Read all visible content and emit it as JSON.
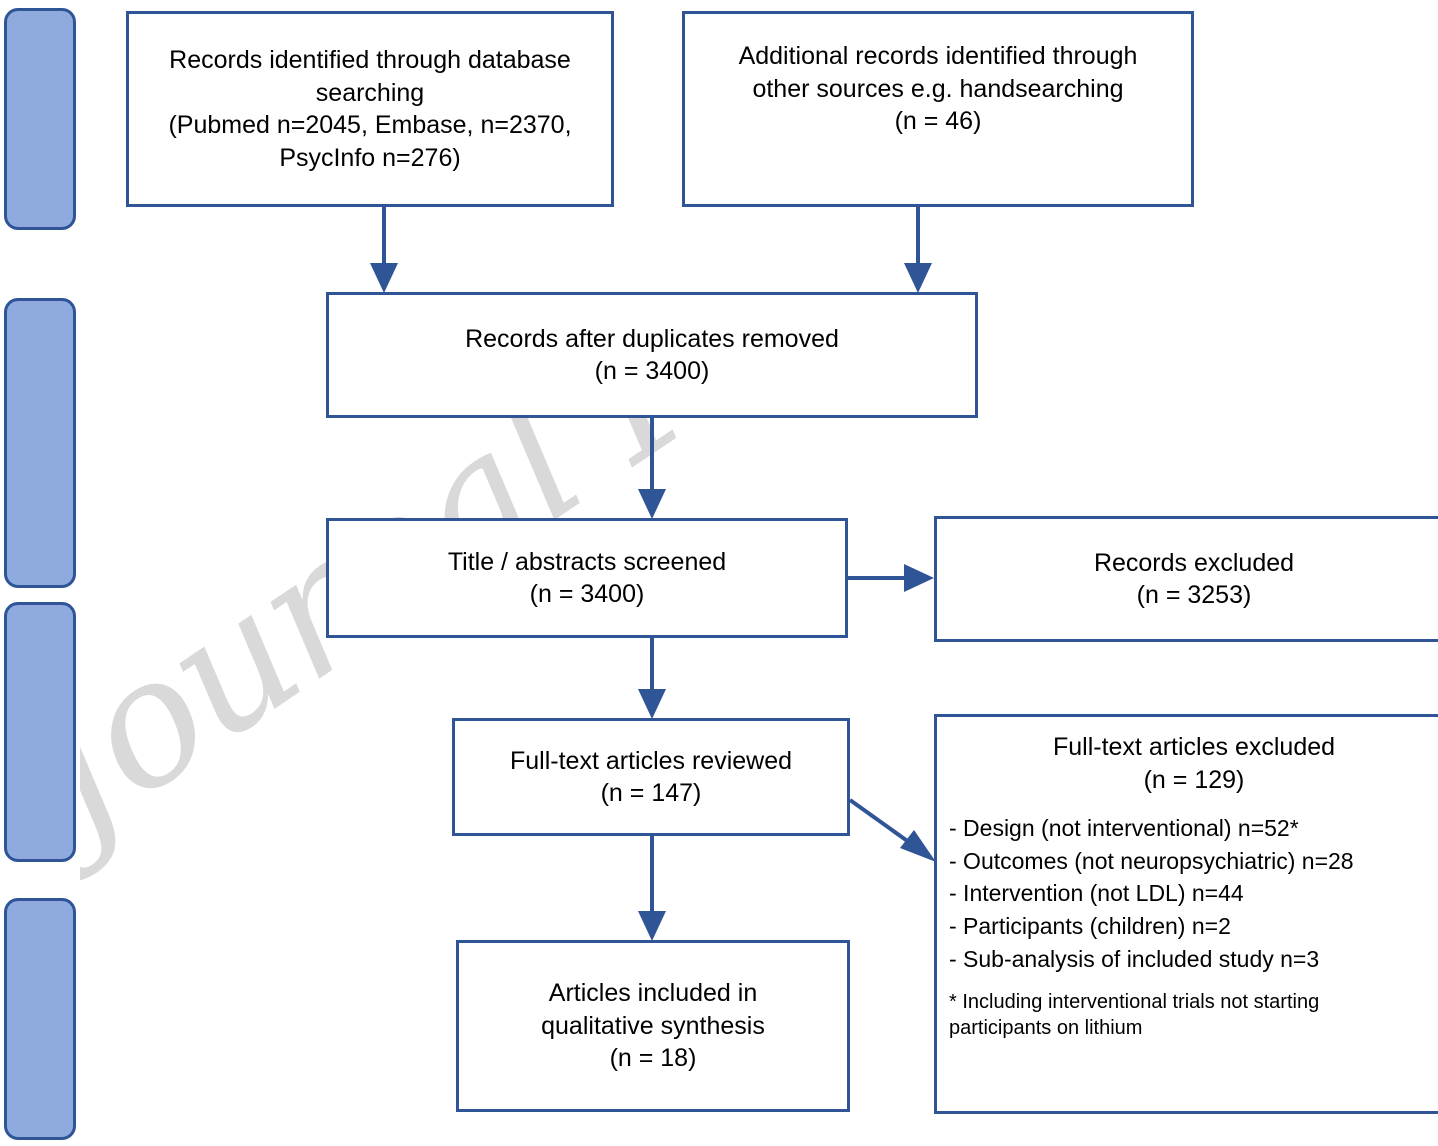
{
  "diagram": {
    "type": "prisma-flow-diagram",
    "watermark": "Journal Pre-proof",
    "colors": {
      "box_border": "#2F5597",
      "stage_fill": "#8FAADC",
      "stage_border": "#2F5597",
      "arrow": "#2F5597",
      "watermark": "#D9D9D9",
      "text": "#000000",
      "background": "#FFFFFF"
    },
    "stage_bars": [
      {
        "name": "identification-bar",
        "label": ""
      },
      {
        "name": "screening-bar",
        "label": ""
      },
      {
        "name": "eligibility-bar",
        "label": ""
      },
      {
        "name": "included-bar",
        "label": ""
      }
    ],
    "boxes": {
      "database_search": {
        "lines": [
          "Records identified through database",
          "searching",
          "(Pubmed n=2045, Embase, n=2370,",
          "PsycInfo n=276)"
        ]
      },
      "other_sources": {
        "lines": [
          "Additional records identified through",
          "other sources e.g. handsearching",
          "(n = 46)"
        ]
      },
      "duplicates_removed": {
        "lines": [
          "Records after duplicates removed",
          "(n = 3400)"
        ]
      },
      "titles_screened": {
        "lines": [
          "Title / abstracts screened",
          "(n = 3400)"
        ]
      },
      "records_excluded": {
        "lines": [
          "Records excluded",
          "(n = 3253)"
        ]
      },
      "fulltext_reviewed": {
        "lines": [
          "Full-text articles reviewed",
          "(n = 147)"
        ]
      },
      "fulltext_excluded": {
        "heading": [
          "Full-text articles excluded",
          "(n = 129)"
        ],
        "reasons": [
          "- Design (not interventional) n=52*",
          "- Outcomes (not neuropsychiatric) n=28",
          "- Intervention (not LDL) n=44",
          "- Participants (children) n=2",
          "- Sub-analysis of included study n=3"
        ],
        "note": [
          "* Including interventional trials not starting",
          "participants on lithium"
        ]
      },
      "included_qualitative": {
        "lines": [
          "Articles included in",
          "qualitative synthesis",
          "(n = 18)"
        ]
      }
    },
    "connectors": [
      {
        "name": "arrow-database-search-to-duplicates",
        "from": "database_search",
        "to": "duplicates_removed"
      },
      {
        "name": "arrow-other-sources-to-duplicates",
        "from": "other_sources",
        "to": "duplicates_removed"
      },
      {
        "name": "arrow-duplicates-to-titles-screened",
        "from": "duplicates_removed",
        "to": "titles_screened"
      },
      {
        "name": "arrow-titles-screened-to-records-excluded",
        "from": "titles_screened",
        "to": "records_excluded"
      },
      {
        "name": "arrow-titles-screened-to-fulltext-reviewed",
        "from": "titles_screened",
        "to": "fulltext_reviewed"
      },
      {
        "name": "arrow-fulltext-reviewed-to-fulltext-excluded",
        "from": "fulltext_reviewed",
        "to": "fulltext_excluded"
      },
      {
        "name": "arrow-fulltext-reviewed-to-included",
        "from": "fulltext_reviewed",
        "to": "included_qualitative"
      }
    ]
  }
}
